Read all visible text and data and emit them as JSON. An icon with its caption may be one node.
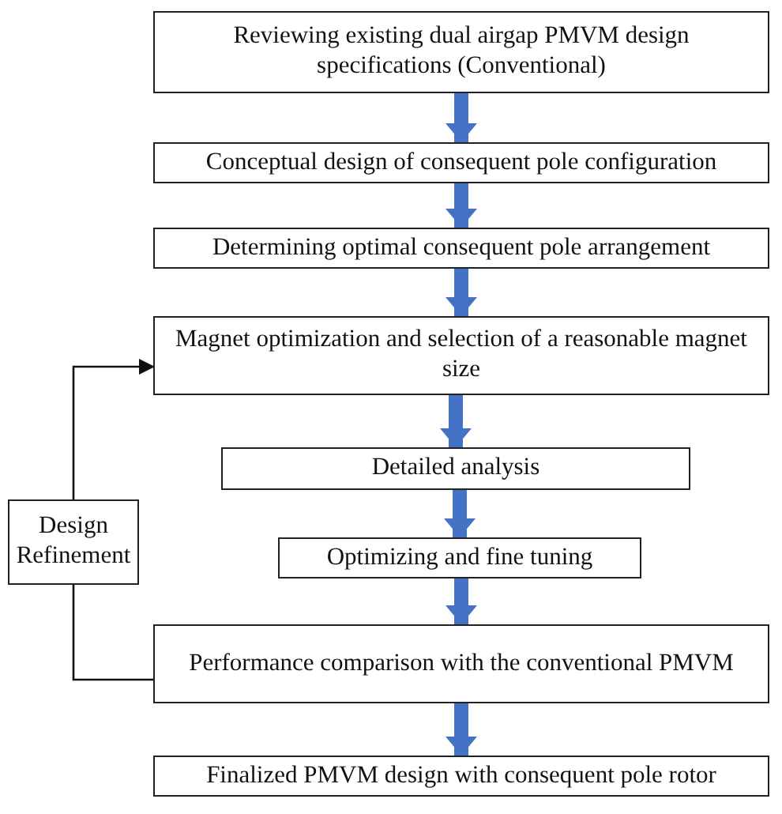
{
  "diagram": {
    "nodes": [
      {
        "text": [
          "Reviewing existing dual airgap PMVM design specifications (Conventional)"
        ]
      },
      {
        "text": [
          "Conceptual design of consequent pole configuration"
        ]
      },
      {
        "text": [
          "Determining optimal consequent pole arrangement"
        ]
      },
      {
        "text": [
          "Magnet optimization and selection of a reasonable magnet size"
        ]
      },
      {
        "text": [
          "Detailed analysis"
        ]
      },
      {
        "text": [
          "Optimizing and fine tuning"
        ]
      },
      {
        "text": [
          "Performance comparison with the conventional PMVM"
        ]
      },
      {
        "text": [
          "Finalized PMVM design with consequent pole rotor"
        ]
      },
      {
        "text": [
          "Design Refinement"
        ]
      }
    ],
    "edges": [
      {
        "from": 0,
        "to": 1,
        "arrow": "to"
      },
      {
        "from": 1,
        "to": 2,
        "arrow": "to"
      },
      {
        "from": 2,
        "to": 3,
        "arrow": "to"
      },
      {
        "from": 3,
        "to": 4,
        "arrow": "to"
      },
      {
        "from": 4,
        "to": 5,
        "arrow": "to"
      },
      {
        "from": 5,
        "to": 6,
        "arrow": "to"
      },
      {
        "from": 6,
        "to": 7,
        "arrow": "to"
      },
      {
        "from": 6,
        "to": 8,
        "arrow": "none",
        "color": "#111111"
      },
      {
        "from": 8,
        "to": 3,
        "arrow": "to",
        "color": "#111111"
      }
    ]
  }
}
